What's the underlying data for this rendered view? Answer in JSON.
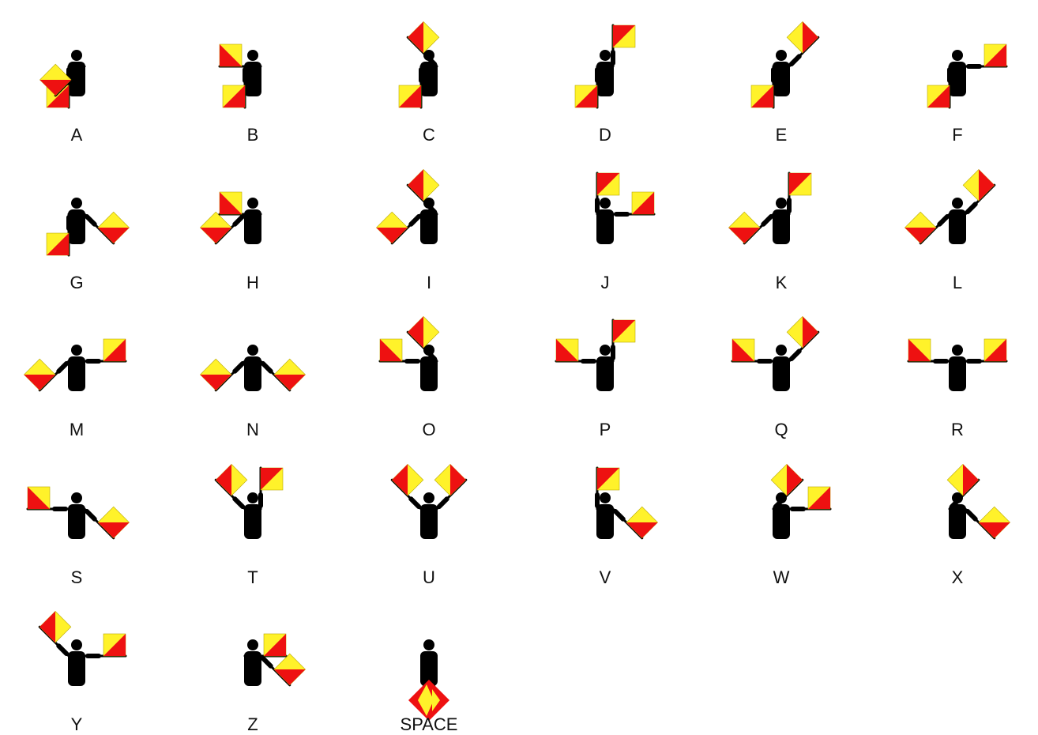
{
  "colors": {
    "figure": "#000000",
    "flag_red": "#ee1111",
    "flag_yellow": "#fff22a",
    "label": "#111111"
  },
  "icon": "semaphore-signaller",
  "signals": [
    {
      "label": "A",
      "arms": [
        "down",
        "low-right"
      ]
    },
    {
      "label": "B",
      "arms": [
        "down",
        "right"
      ]
    },
    {
      "label": "C",
      "arms": [
        "down",
        "high-right"
      ]
    },
    {
      "label": "D",
      "arms": [
        "down",
        "up"
      ]
    },
    {
      "label": "E",
      "arms": [
        "down",
        "high-left"
      ]
    },
    {
      "label": "F",
      "arms": [
        "down",
        "left"
      ]
    },
    {
      "label": "G",
      "arms": [
        "down",
        "low-left"
      ]
    },
    {
      "label": "H",
      "arms": [
        "low-right",
        "right"
      ]
    },
    {
      "label": "I",
      "arms": [
        "low-right",
        "high-right"
      ]
    },
    {
      "label": "J",
      "arms": [
        "up",
        "left"
      ]
    },
    {
      "label": "K",
      "arms": [
        "low-right",
        "up"
      ]
    },
    {
      "label": "L",
      "arms": [
        "low-right",
        "high-left"
      ]
    },
    {
      "label": "M",
      "arms": [
        "low-right",
        "left"
      ]
    },
    {
      "label": "N",
      "arms": [
        "low-right",
        "low-left"
      ]
    },
    {
      "label": "O",
      "arms": [
        "right",
        "high-right"
      ]
    },
    {
      "label": "P",
      "arms": [
        "right",
        "up"
      ]
    },
    {
      "label": "Q",
      "arms": [
        "right",
        "high-left"
      ]
    },
    {
      "label": "R",
      "arms": [
        "right",
        "left"
      ]
    },
    {
      "label": "S",
      "arms": [
        "right",
        "low-left"
      ]
    },
    {
      "label": "T",
      "arms": [
        "high-right",
        "up"
      ]
    },
    {
      "label": "U",
      "arms": [
        "high-right",
        "high-left"
      ]
    },
    {
      "label": "V",
      "arms": [
        "up",
        "low-left"
      ]
    },
    {
      "label": "W",
      "arms": [
        "high-left",
        "left"
      ]
    },
    {
      "label": "X",
      "arms": [
        "high-left",
        "low-left"
      ]
    },
    {
      "label": "Y",
      "arms": [
        "high-right",
        "left"
      ]
    },
    {
      "label": "Z",
      "arms": [
        "left",
        "low-left"
      ]
    },
    {
      "label": "SPACE",
      "arms": [
        "rest",
        "rest"
      ]
    }
  ]
}
